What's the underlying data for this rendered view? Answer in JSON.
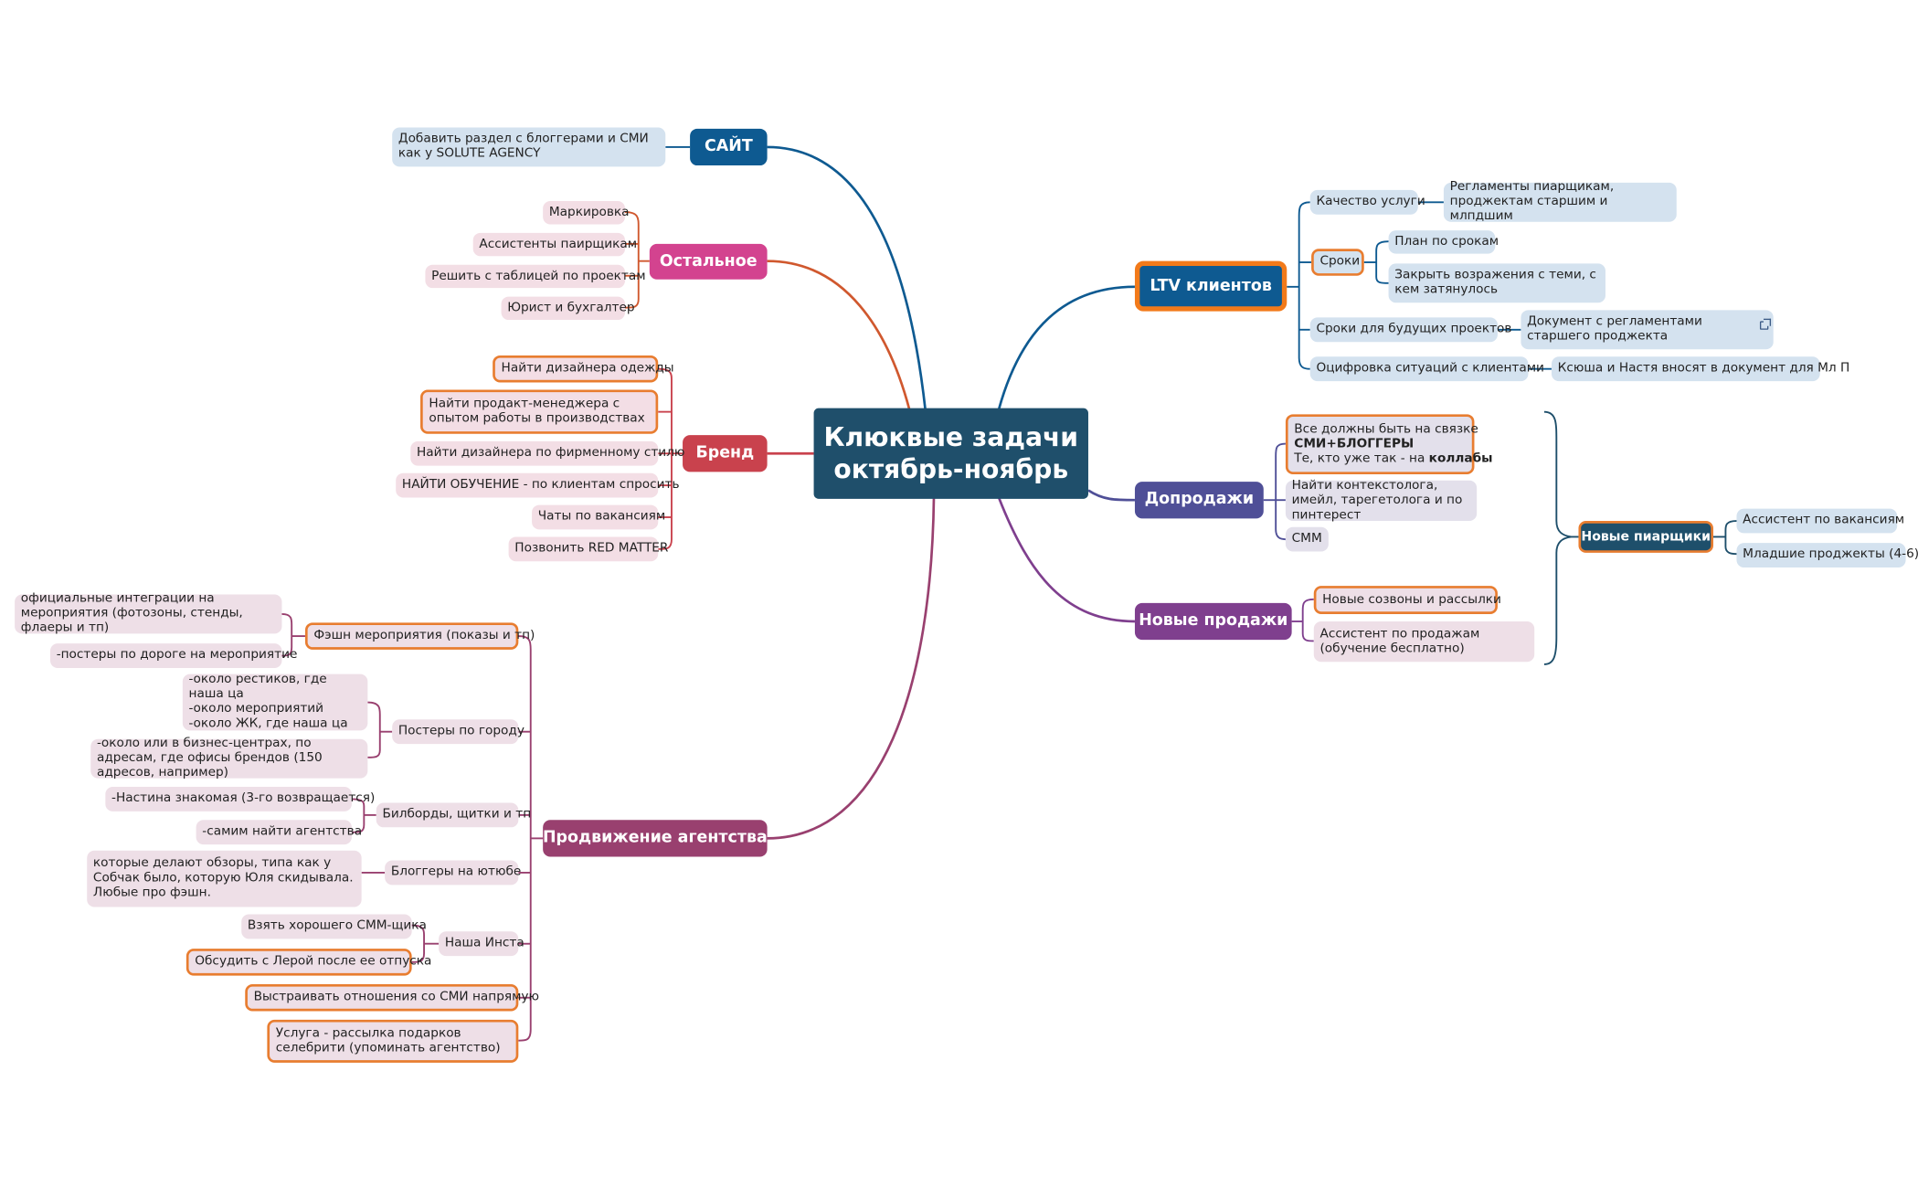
{
  "center": {
    "line1": "Клюквые задачи",
    "line2": "октябрь-ноябрь"
  },
  "colors": {
    "site": "#0e5a91",
    "other": "#d3438f",
    "brand": "#c9424d",
    "promo": "#99406f",
    "ltv": "#0e5a91",
    "upsell": "#4f4f97",
    "sales": "#7f3f8e",
    "pr": "#1e4f6b",
    "accent": "#e87d30",
    "center": "#1f4f6b"
  },
  "site": {
    "title": "САЙТ",
    "items": [
      "Добавить раздел с блоггерами и СМИ как у SOLUTE AGENCY"
    ]
  },
  "other": {
    "title": "Остальное",
    "items": [
      "Маркировка",
      "Ассистенты паирщикам",
      "Решить с таблицей по проектам",
      "Юрист и бухгалтер"
    ]
  },
  "brand": {
    "title": "Бренд",
    "items": [
      "Найти дизайнера одежды",
      "Найти продакт-менеджера с опытом работы в производствах",
      "Найти дизайнера по фирменному стилю",
      "НАЙТИ ОБУЧЕНИЕ - по клиентам спросить",
      "Чаты по вакансиям",
      "Позвонить RED MATTER"
    ]
  },
  "promo": {
    "title": "Продвижение агентства",
    "fashion": {
      "label": "Фэшн мероприятия (показы и тп)",
      "items": [
        "официальные интеграции на мероприятия (фотозоны, стенды, флаеры и тп)",
        "-постеры по дороге на мероприятие"
      ]
    },
    "posters": {
      "label": "Постеры по городу",
      "items": [
        "-около рестиков, где наша ца\n-около мероприятий\n-около ЖК, где наша ца",
        "-около или в бизнес-центрах, по адресам, где офисы брендов (150 адресов, например)"
      ]
    },
    "billboards": {
      "label": "Билборды, щитки и тп",
      "items": [
        "-Настина знакомая (3-го возвращается)",
        "-самим найти агентства"
      ]
    },
    "youtube": {
      "label": "Блоггеры на ютюбе",
      "items": [
        "которые делают обзоры, типа как у Собчак было, которую Юля скидывала. Любые про фэшн."
      ]
    },
    "insta": {
      "label": "Наша Инста",
      "items": [
        "Взять хорошего СММ-щика",
        "Обсудить с Лерой после ее отпуска"
      ]
    },
    "media": "Выстраивать отношения со СМИ напрямую",
    "gifts": "Услуга - рассылка подарков селебрити (упоминать агентство)"
  },
  "ltv": {
    "title": "LTV клиентов",
    "quality": {
      "label": "Качество услуги",
      "items": [
        "Регламенты пиарщикам, проджектам старшим и млпдшим"
      ]
    },
    "terms": {
      "label": "Сроки",
      "items": [
        "План по срокам",
        "Закрыть возражения с теми, с кем затянулось"
      ]
    },
    "future": {
      "label": "Сроки для будущих проектов",
      "items": [
        "Документ с регламентами старшего проджекта"
      ]
    },
    "digit": {
      "label": "Оцифровка ситуаций с клиентами",
      "items": [
        "Ксюша и Настя вносят в документ для Мл П"
      ]
    }
  },
  "upsell": {
    "title": "Допродажи",
    "items": [
      {
        "pre": "Все должны быть на связке",
        "bold": "СМИ+БЛОГГЕРЫ",
        "post": "Те, кто уже так - на ",
        "post_bold": "коллабы"
      },
      "Найти контекстолога, имейл, тарегетолога и по пинтерест",
      "СММ"
    ]
  },
  "sales": {
    "title": "Новые продажи",
    "items": [
      "Новые созвоны и рассылки",
      "Ассистент по продажам (обучение бесплатно)"
    ]
  },
  "pr": {
    "title": "Новые пиарщики",
    "items": [
      "Ассистент по вакансиям",
      "Младшие проджекты (4-6)"
    ]
  }
}
